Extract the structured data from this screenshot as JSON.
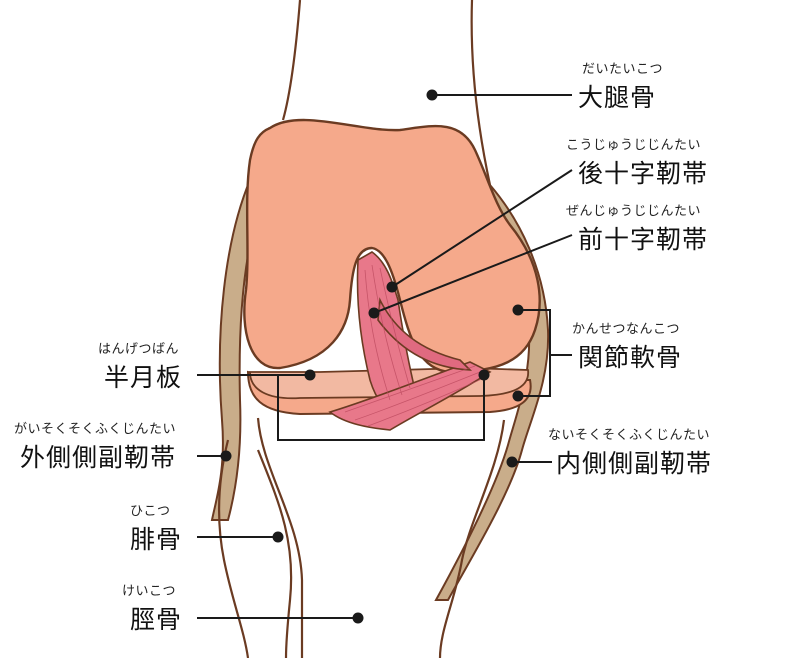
{
  "labels": {
    "femur": {
      "ruby": "だいたいこつ",
      "text": "大腿骨"
    },
    "pcl": {
      "ruby": "こうじゅうじじんたい",
      "text": "後十字靭帯"
    },
    "acl": {
      "ruby": "ぜんじゅうじじんたい",
      "text": "前十字靭帯"
    },
    "cartilage": {
      "ruby": "かんせつなんこつ",
      "text": "関節軟骨"
    },
    "medial_ligament": {
      "ruby": "ないそくそくふくじんたい",
      "text": "内側側副靭帯"
    },
    "meniscus": {
      "ruby": "はんげつばん",
      "text": "半月板"
    },
    "lateral_ligament": {
      "ruby": "がいそくそくふくじんたい",
      "text": "外側側副靭帯"
    },
    "fibula": {
      "ruby": "ひこつ",
      "text": "腓骨"
    },
    "tibia": {
      "ruby": "けいこつ",
      "text": "脛骨"
    }
  },
  "colors": {
    "bone_outline": "#6b3b22",
    "cartilage": "#f5a98b",
    "meniscus": "#f2b9a2",
    "ligament_pink": "#e8788a",
    "collateral": "#c9ad8a",
    "leader": "#1a1a1a"
  }
}
